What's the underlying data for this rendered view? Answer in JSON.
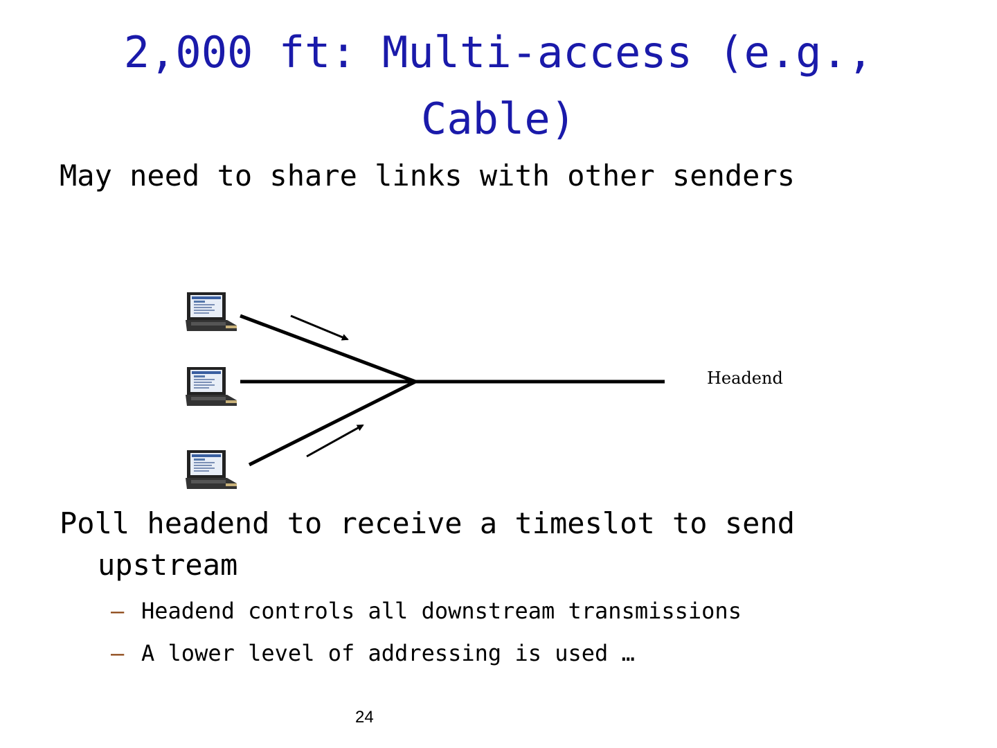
{
  "slide": {
    "title_line1": "2,000 ft: Multi-access (e.g.,",
    "title_line2": "Cable)",
    "bullets": [
      {
        "text": "May need to share links with other senders"
      },
      {
        "text_line1": "Poll headend to receive a timeslot to send",
        "text_line2": "upstream",
        "sub_bullets": [
          "Headend controls all downstream transmissions",
          "A lower level of addressing is used …"
        ]
      }
    ],
    "sub_bullet_marker": "–",
    "page_number": "24"
  },
  "diagram": {
    "hosts": [
      {
        "id": "host-top",
        "icon": "laptop-icon"
      },
      {
        "id": "host-middle",
        "icon": "laptop-icon"
      },
      {
        "id": "host-bottom",
        "icon": "laptop-icon"
      }
    ],
    "headend_label": "Headend",
    "arrows": [
      "arrow-down-right",
      "arrow-up-right"
    ]
  },
  "colors": {
    "title": "#1a1aaa",
    "text": "#000000",
    "dash": "#8b4513",
    "background": "#ffffff"
  }
}
